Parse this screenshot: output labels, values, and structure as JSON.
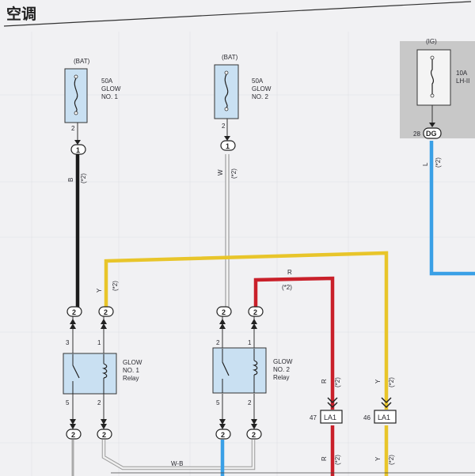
{
  "header": {
    "title": "空调"
  },
  "fuses": [
    {
      "source": "(BAT)",
      "rating": "50A",
      "name1": "GLOW",
      "name2": "NO. 1",
      "pin": "2",
      "connector": "1",
      "wire_color": "B",
      "wire_mark": "(*2)"
    },
    {
      "source": "(BAT)",
      "rating": "50A",
      "name1": "GLOW",
      "name2": "NO. 2",
      "pin": "2",
      "connector": "1",
      "wire_color": "W",
      "wire_mark": "(*2)"
    },
    {
      "source": "(IG)",
      "rating": "10A",
      "name1": "LH-II",
      "pin": "28",
      "connector": "DG",
      "wire_color": "L",
      "wire_mark": "(*2)"
    }
  ],
  "relays": [
    {
      "name1": "GLOW",
      "name2": "NO. 1",
      "name3": "Relay",
      "pins": [
        "3",
        "1",
        "5",
        "2"
      ],
      "conn_top": [
        "2",
        "2"
      ],
      "conn_bottom": [
        "2",
        "2"
      ],
      "wire_color": "Y",
      "wire_mark": "(*2)"
    },
    {
      "name1": "GLOW",
      "name2": "NO. 2",
      "name3": "Relay",
      "pins": [
        "2",
        "1",
        "5",
        "2"
      ],
      "conn_top": [
        "2",
        "2"
      ],
      "conn_bottom": [
        "2",
        "2"
      ],
      "wire_color": "R",
      "wire_mark": "(*2)"
    }
  ],
  "connectors_la1": [
    {
      "pin": "47",
      "label": "LA1",
      "wire_color": "R",
      "mark_top": "(*2)",
      "mark_bottom": "(*2)"
    },
    {
      "pin": "46",
      "label": "LA1",
      "wire_color": "Y",
      "mark_top": "(*2)",
      "mark_bottom": "(*2)"
    }
  ],
  "bottom_wire": {
    "label": "W-B"
  },
  "colors": {
    "black_wire": "#1c1c1c",
    "white_wire": "#dcdcdc",
    "yellow_wire": "#e8c52a",
    "red_wire": "#c9202a",
    "blue_wire": "#3aa0e6",
    "fuse_fill": "#c9e0f2",
    "ig_panel": "#c8c8c8"
  }
}
